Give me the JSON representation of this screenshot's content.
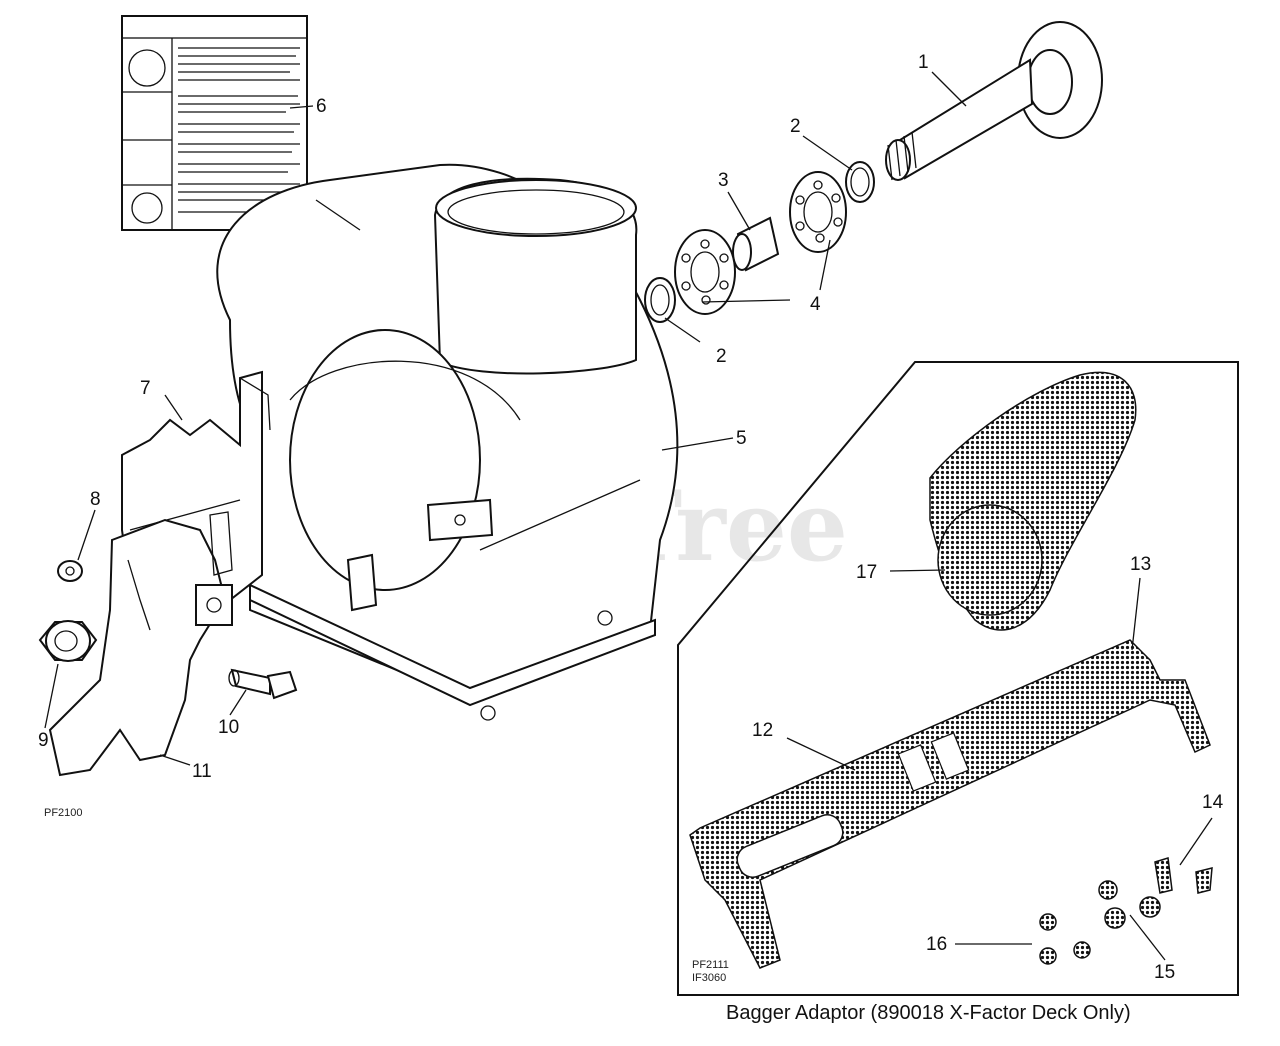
{
  "diagram": {
    "watermark": "PartsTree",
    "figure_codes": {
      "main": "PF2100",
      "inset_1": "PF2111",
      "inset_2": "IF3060"
    },
    "inset_caption": "Bagger Adaptor (890018 X-Factor Deck Only)",
    "callouts": [
      "1",
      "2",
      "3",
      "4",
      "2",
      "5",
      "6",
      "7",
      "8",
      "9",
      "10",
      "11",
      "12",
      "13",
      "14",
      "15",
      "16",
      "17"
    ]
  }
}
